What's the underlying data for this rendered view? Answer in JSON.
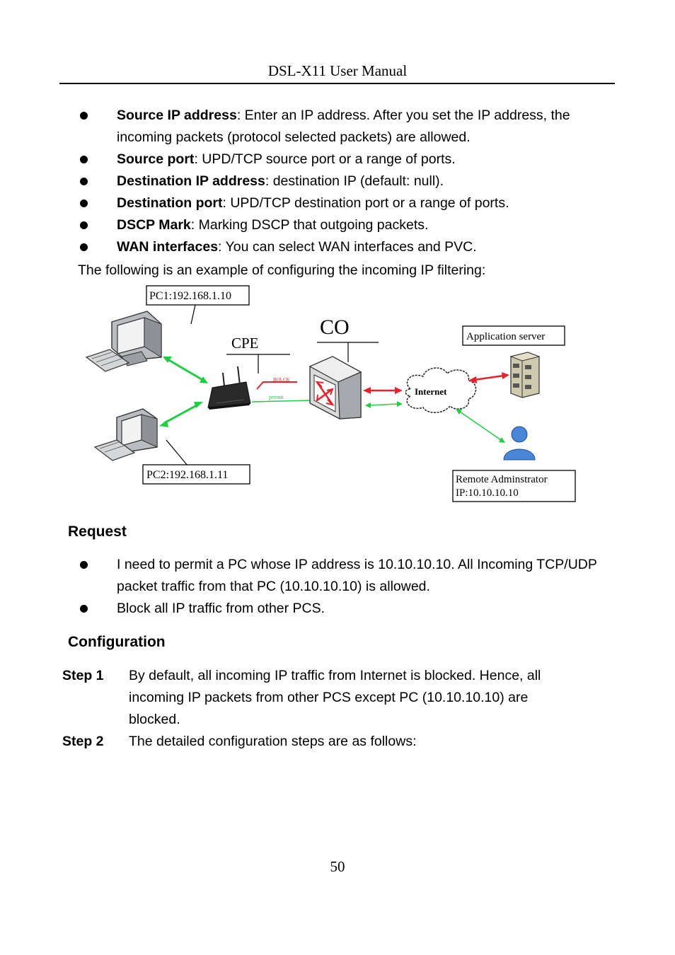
{
  "header": {
    "title": "DSL-X11 User Manual"
  },
  "bullets": [
    {
      "term": "Source IP address",
      "text": ": Enter an IP address. After you set the IP address, the incoming packets (protocol selected packets) are allowed."
    },
    {
      "term": "Source port",
      "text": ": UPD/TCP source port or a range of ports."
    },
    {
      "term": "Destination IP address",
      "text": ": destination IP (default: null)."
    },
    {
      "term": "Destination port",
      "text": ": UPD/TCP destination port or a range of ports."
    },
    {
      "term": "DSCP Mark",
      "text": ": Marking DSCP that outgoing packets."
    },
    {
      "term": "WAN interfaces",
      "text": ": You can select WAN interfaces and PVC."
    }
  ],
  "intro": "The following is an example of configuring the incoming IP filtering:",
  "diagram": {
    "pc1_label": "PC1:192.168.1.10",
    "pc2_label": "PC2:192.168.1.11",
    "cpe_label": "CPE",
    "co_label": "CO",
    "block_label": "BOLCK",
    "permit_label": "permit",
    "internet_label": "Internet",
    "app_server_label": "Application server",
    "remote_admin_line1": "Remote Adminstrator",
    "remote_admin_line2": "IP:10.10.10.10",
    "colors": {
      "block": "#e8222a",
      "permit": "#22cc44",
      "router": "#2a2a2a"
    }
  },
  "request": {
    "heading": "Request",
    "items": [
      "I need to permit a PC whose IP address is 10.10.10.10. All Incoming TCP/UDP packet traffic from that PC (10.10.10.10) is allowed.",
      "Block all IP traffic from other PCS."
    ]
  },
  "configuration": {
    "heading": "Configuration",
    "steps": [
      {
        "label": "Step 1",
        "text": "By default, all incoming IP traffic from Internet is blocked. Hence, all incoming IP packets from other PCS except PC (10.10.10.10) are blocked."
      },
      {
        "label": "Step 2",
        "text": "The detailed configuration steps are as follows:"
      }
    ]
  },
  "page_number": "50"
}
